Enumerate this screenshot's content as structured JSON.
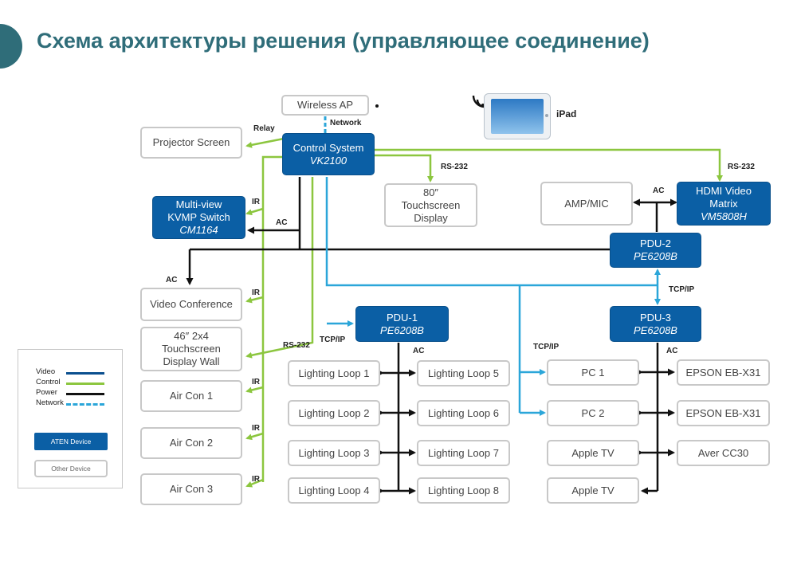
{
  "title": "Схема архитектуры решения (управляющее соединение)",
  "colors": {
    "video": "#0b4f8f",
    "control": "#8cc63f",
    "power": "#111111",
    "network": "#2ba6d9",
    "aten": "#0b5fa5",
    "other_border": "#c8c8c8"
  },
  "nodes": {
    "wireless_ap": "Wireless AP",
    "projector_screen": "Projector Screen",
    "control_system": {
      "name": "Control System",
      "model": "VK2100"
    },
    "touchscreen_80": {
      "line1": "80″",
      "line2": "Touchscreen",
      "line3": "Display"
    },
    "amp_mic": "AMP/MIC",
    "hdmi_matrix": {
      "line1": "HDMI Video",
      "line2": "Matrix",
      "model": "VM5808H"
    },
    "kvmp_switch": {
      "line1": "Multi-view",
      "line2": "KVMP Switch",
      "model": "CM1164"
    },
    "pdu2": {
      "name": "PDU-2",
      "model": "PE6208B"
    },
    "video_conference": "Video Conference",
    "pdu1": {
      "name": "PDU-1",
      "model": "PE6208B"
    },
    "pdu3": {
      "name": "PDU-3",
      "model": "PE6208B"
    },
    "display_wall": {
      "line1": "46″ 2x4",
      "line2": "Touchscreen",
      "line3": "Display Wall"
    },
    "air_con_1": "Air Con 1",
    "air_con_2": "Air Con 2",
    "air_con_3": "Air Con 3",
    "lighting_loops": [
      "Lighting Loop 1",
      "Lighting Loop 5",
      "Lighting Loop 2",
      "Lighting Loop 6",
      "Lighting Loop 3",
      "Lighting Loop 7",
      "Lighting Loop 4",
      "Lighting Loop 8"
    ],
    "pc_1": "PC 1",
    "pc_2": "PC 2",
    "apple_tv_1": "Apple TV",
    "apple_tv_2": "Apple TV",
    "epson_1": "EPSON EB-X31",
    "epson_2": "EPSON EB-X31",
    "aver": "Aver CC30",
    "ipad": "iPad"
  },
  "connection_labels": {
    "network": "Network",
    "relay": "Relay",
    "rs232_touch": "RS-232",
    "rs232_matrix": "RS-232",
    "rs232_wall": "RS-232",
    "ir_kvmp": "IR",
    "ir_vc": "IR",
    "ir_ac1": "IR",
    "ir_ac2": "IR",
    "ir_ac3": "IR",
    "ac_kvmp": "AC",
    "ac_vc": "AC",
    "ac_amp": "AC",
    "ac_pdu1": "AC",
    "ac_pdu3": "AC",
    "tcpip_pdu1": "TCP/IP",
    "tcpip_pdu3": "TCP/IP",
    "tcpip_pc": "TCP/IP"
  },
  "legend": {
    "video": "Video",
    "control": "Control",
    "power": "Power",
    "network": "Network",
    "aten_device": "ATEN Device",
    "other_device": "Other Device"
  }
}
